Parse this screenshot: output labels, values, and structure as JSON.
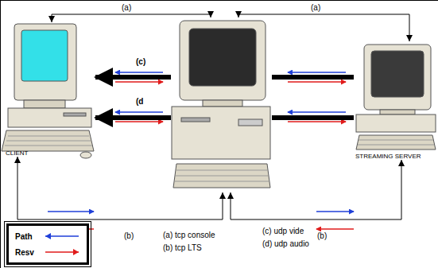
{
  "diagram": {
    "nodes": [
      {
        "text": [
          "CLIENT"
        ]
      },
      {
        "text": []
      },
      {
        "text": [
          "STREAMING SERVER"
        ]
      }
    ],
    "edges": [
      {
        "from": 1,
        "to": 0,
        "arrow": "both",
        "label": "(a)"
      },
      {
        "from": 1,
        "to": 2,
        "arrow": "both",
        "label": "(a)"
      },
      {
        "from": 0,
        "to": 1,
        "arrow": "both",
        "label": "(b)"
      },
      {
        "from": 1,
        "to": 2,
        "arrow": "both",
        "label": "(b)"
      },
      {
        "from": 1,
        "to": 0,
        "arrow": "to",
        "label": "(c)"
      },
      {
        "from": 1,
        "to": 0,
        "arrow": "to",
        "label": "(d"
      },
      {
        "from": 2,
        "to": 1,
        "arrow": "none"
      },
      {
        "from": 2,
        "to": 1,
        "arrow": "none"
      }
    ],
    "labels": [
      "(a) tcp console",
      "(b) tcp LTS",
      "(c) udp vide",
      "(d) udp audio"
    ],
    "legend": [
      {
        "text": "Path"
      },
      {
        "text": "Resv"
      }
    ]
  }
}
